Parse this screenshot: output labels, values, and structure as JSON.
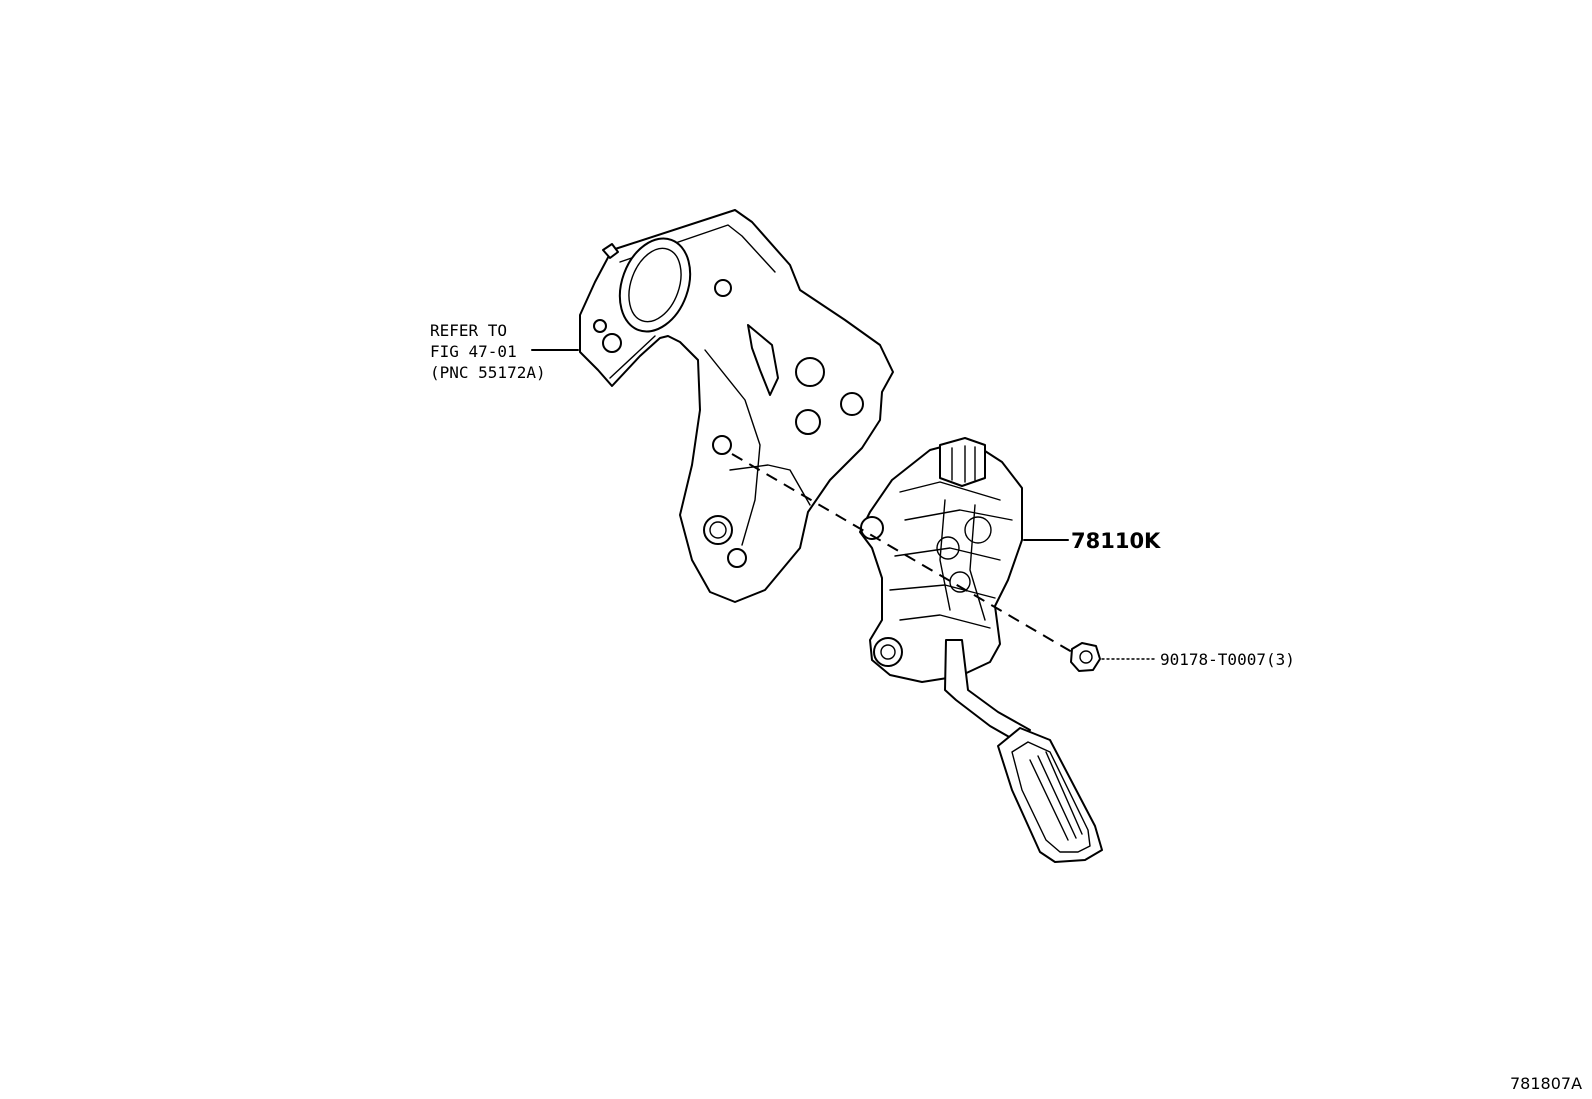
{
  "callouts": {
    "refer": {
      "line1": "REFER TO",
      "line2": "FIG 47-01",
      "line3": "(PNC 55172A)"
    },
    "pedal_assembly": {
      "part_number": "78110K"
    },
    "nut": {
      "part_number": "90178-T0007(3)"
    }
  },
  "figure_id": "781807A",
  "colors": {
    "line": "#000000",
    "background": "#ffffff"
  }
}
